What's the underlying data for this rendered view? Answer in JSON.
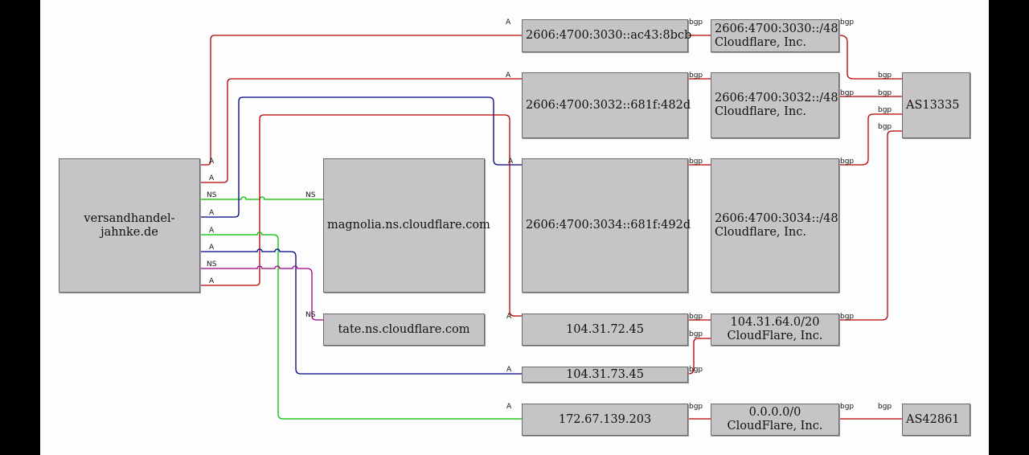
{
  "nodes": {
    "domain": "versandhandel-jahnke.de",
    "ns1": "magnolia.ns.cloudflare.com",
    "ns2": "tate.ns.cloudflare.com",
    "ip1": "2606:4700:3030::ac43:8bcb",
    "ip2": "2606:4700:3032::681f:482d",
    "ip3": "2606:4700:3034::681f:492d",
    "ip4": "104.31.72.45",
    "ip5": "104.31.73.45",
    "ip6": "172.67.139.203",
    "net1": {
      "line1": "2606:4700:3030::/48",
      "line2": "Cloudflare, Inc."
    },
    "net2": {
      "line1": "2606:4700:3032::/48",
      "line2": "Cloudflare, Inc."
    },
    "net3": {
      "line1": "2606:4700:3034::/48",
      "line2": "Cloudflare, Inc."
    },
    "net4": {
      "line1": "104.31.64.0/20",
      "line2": "CloudFlare, Inc."
    },
    "net5": {
      "line1": "0.0.0.0/0",
      "line2": "CloudFlare, Inc."
    },
    "as1": "AS13335",
    "as2": "AS42861"
  },
  "edge_labels": {
    "a": "A",
    "ns": "NS",
    "bgp": "bgp"
  },
  "colors": {
    "red": "#b50000",
    "blue": "#00007f",
    "green": "#00c000",
    "magenta": "#a0008a",
    "node_fill": "#c6c4c6",
    "canvas": "#fdfdfd",
    "frame": "#000000"
  }
}
